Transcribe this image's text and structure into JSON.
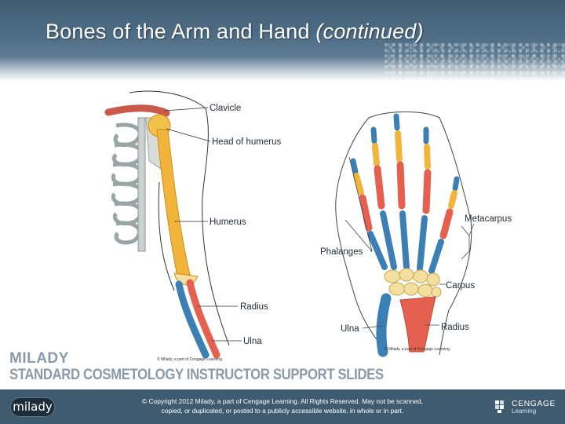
{
  "slide": {
    "title_main": "Bones of the Arm and Hand",
    "title_italic": "(continued)"
  },
  "arm_figure": {
    "labels": {
      "clavicle": "Clavicle",
      "head_of_humerus": "Head of humerus",
      "humerus": "Humerus",
      "radius": "Radius",
      "ulna": "Ulna"
    },
    "credit": "© Milady, a part of Cengage Learning."
  },
  "hand_figure": {
    "labels": {
      "metacarpus": "Metacarpus",
      "phalanges": "Phalanges",
      "carpus": "Carpus",
      "ulna": "Ulna",
      "radius": "Radius"
    },
    "credit": "© Milady, a part of Cengage Learning."
  },
  "branding": {
    "line1": "MILADY",
    "line2": "STANDARD COSMETOLOGY INSTRUCTOR SUPPORT SLIDES"
  },
  "footer": {
    "logo_text": "milady",
    "copyright_line1": "© Copyright 2012 Milady, a part of Cengage Learning. All Rights Reserved. May not be scanned,",
    "copyright_line2": "copied, or duplicated, or posted to a publicly accessible website, in whole or in part.",
    "cengage_name": "CENGAGE",
    "cengage_sub": "Learning"
  },
  "colors": {
    "header": "#4f6e86",
    "footer": "#3e5b70",
    "bone_yellow": "#f2b43a",
    "bone_red": "#e5604f",
    "bone_blue": "#3b7fb5",
    "bone_cream": "#f3dfa0"
  }
}
